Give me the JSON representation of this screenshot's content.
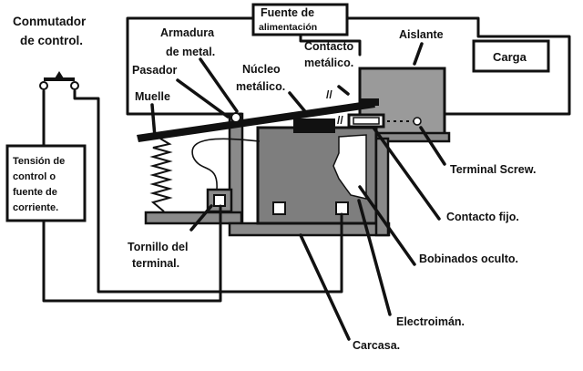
{
  "labels": {
    "commutator": [
      "Conmutador",
      "de control."
    ],
    "power_source": [
      "Fuente de",
      "alimentación"
    ],
    "insulator": "Aislante",
    "load": "Carga",
    "metal_armature": [
      "Armadura",
      "de metal."
    ],
    "metal_contact": [
      "Contacto",
      "metálico."
    ],
    "pin": "Pasador",
    "metal_core": [
      "Núcleo",
      "metálico."
    ],
    "spring": "Muelle",
    "control_voltage": [
      "Tensión de",
      "control o",
      "fuente de",
      "corriente."
    ],
    "terminal_screw": "Terminal Screw.",
    "fixed_contact": "Contacto fijo.",
    "hidden_windings": "Bobinados oculto.",
    "terminal_screw_es": [
      "Tornillo del",
      "terminal."
    ],
    "electromagnet": "Electroimán.",
    "housing": "Carcasa."
  },
  "colors": {
    "ink": "#111111",
    "frame_gray": "#8a8a8a",
    "panel_gray": "#9a9a9a",
    "background": "#ffffff"
  }
}
